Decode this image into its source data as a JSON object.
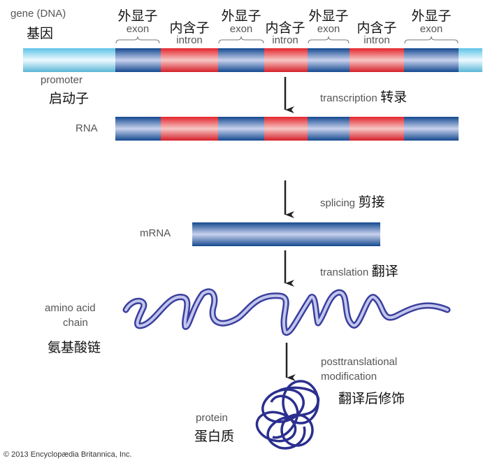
{
  "gene": {
    "en": "gene (DNA)",
    "zh": "基因"
  },
  "exon": {
    "zh": "外显子",
    "en": "exon"
  },
  "intron": {
    "zh": "内含子",
    "en": "intron"
  },
  "promoter": {
    "en": "promoter",
    "zh": "启动子"
  },
  "transcription": {
    "en": "transcription",
    "zh": "转录"
  },
  "rna": "RNA",
  "splicing": {
    "en": "splicing",
    "zh": "剪接"
  },
  "mrna": "mRNA",
  "translation": {
    "en": "translation",
    "zh": "翻译"
  },
  "amino": {
    "en1": "amino acid",
    "en2": "chain",
    "zh": "氨基酸链"
  },
  "ptm": {
    "en1": "posttranslational",
    "en2": "modification",
    "zh": "翻译后修饰"
  },
  "protein": {
    "en": "protein",
    "zh": "蛋白质"
  },
  "copyright": "© 2013 Encyclopædia Britannica, Inc.",
  "colors": {
    "exon": "#1d4f9a",
    "intron": "#e0242c",
    "promoter": "#5bc0e0",
    "chain": "#3a3f9e",
    "protein": "#2b2f8f"
  }
}
